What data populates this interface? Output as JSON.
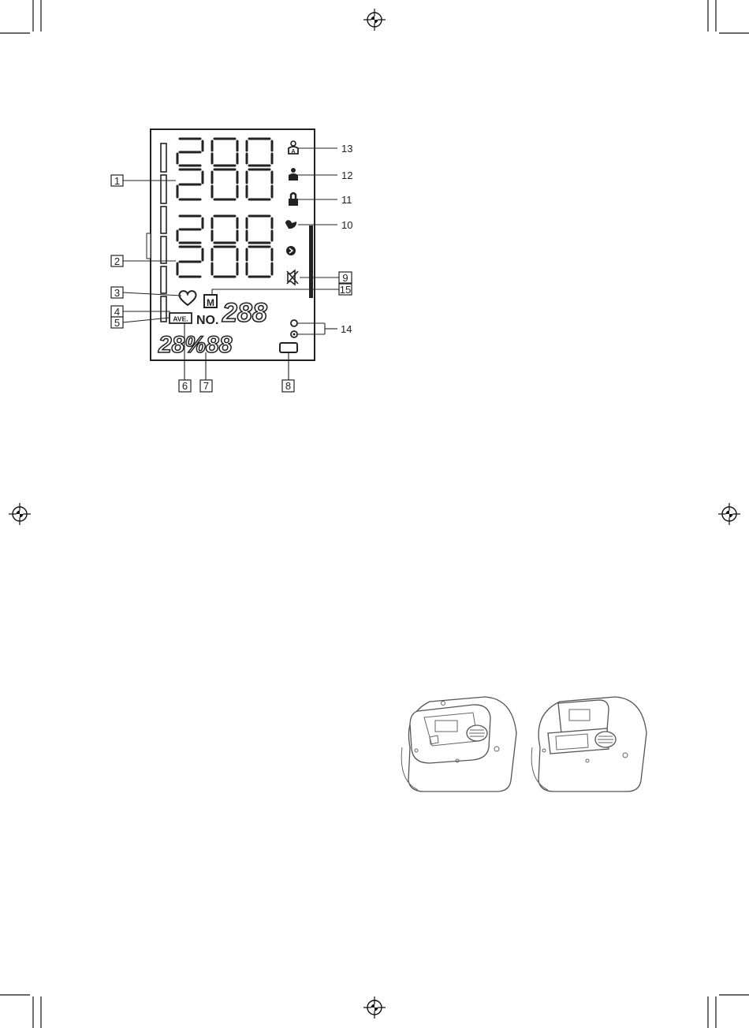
{
  "lcd": {
    "upper_digits": "200",
    "upper_digits_2": "200",
    "lower_digits": "200",
    "lower_digits_2": "200",
    "memory_symbol": "M",
    "memory_digits": "288",
    "no_label": "NO.",
    "avg_label": "AVE.",
    "bottom_digits": "28%88"
  },
  "callouts": {
    "c1": "1",
    "c2": "2",
    "c3": "3",
    "c4": "4",
    "c5": "5",
    "c6": "6",
    "c7": "7",
    "c8": "8",
    "c9": "9",
    "c10": "10",
    "c11": "11",
    "c12": "12",
    "c13": "13",
    "c14": "14",
    "c15": "15"
  }
}
